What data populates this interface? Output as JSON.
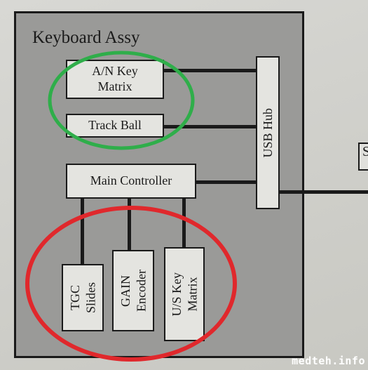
{
  "diagram": {
    "title": "Keyboard Assy",
    "blocks": {
      "an_key_matrix": "A/N Key\nMatrix",
      "track_ball": "Track Ball",
      "main_controller": "Main Controller",
      "usb_hub": "USB Hub",
      "tgc_slides": "TGC\nSlides",
      "gain_encoder": "GAIN\nEncoder",
      "us_key_matrix": "U/S Key\nMatrix"
    },
    "offscreen_block_fragment": "S",
    "highlights": {
      "green_ellipse_color": "#2fae4a",
      "red_ellipse_color": "#e0282c"
    }
  },
  "watermark": "medteh.info"
}
